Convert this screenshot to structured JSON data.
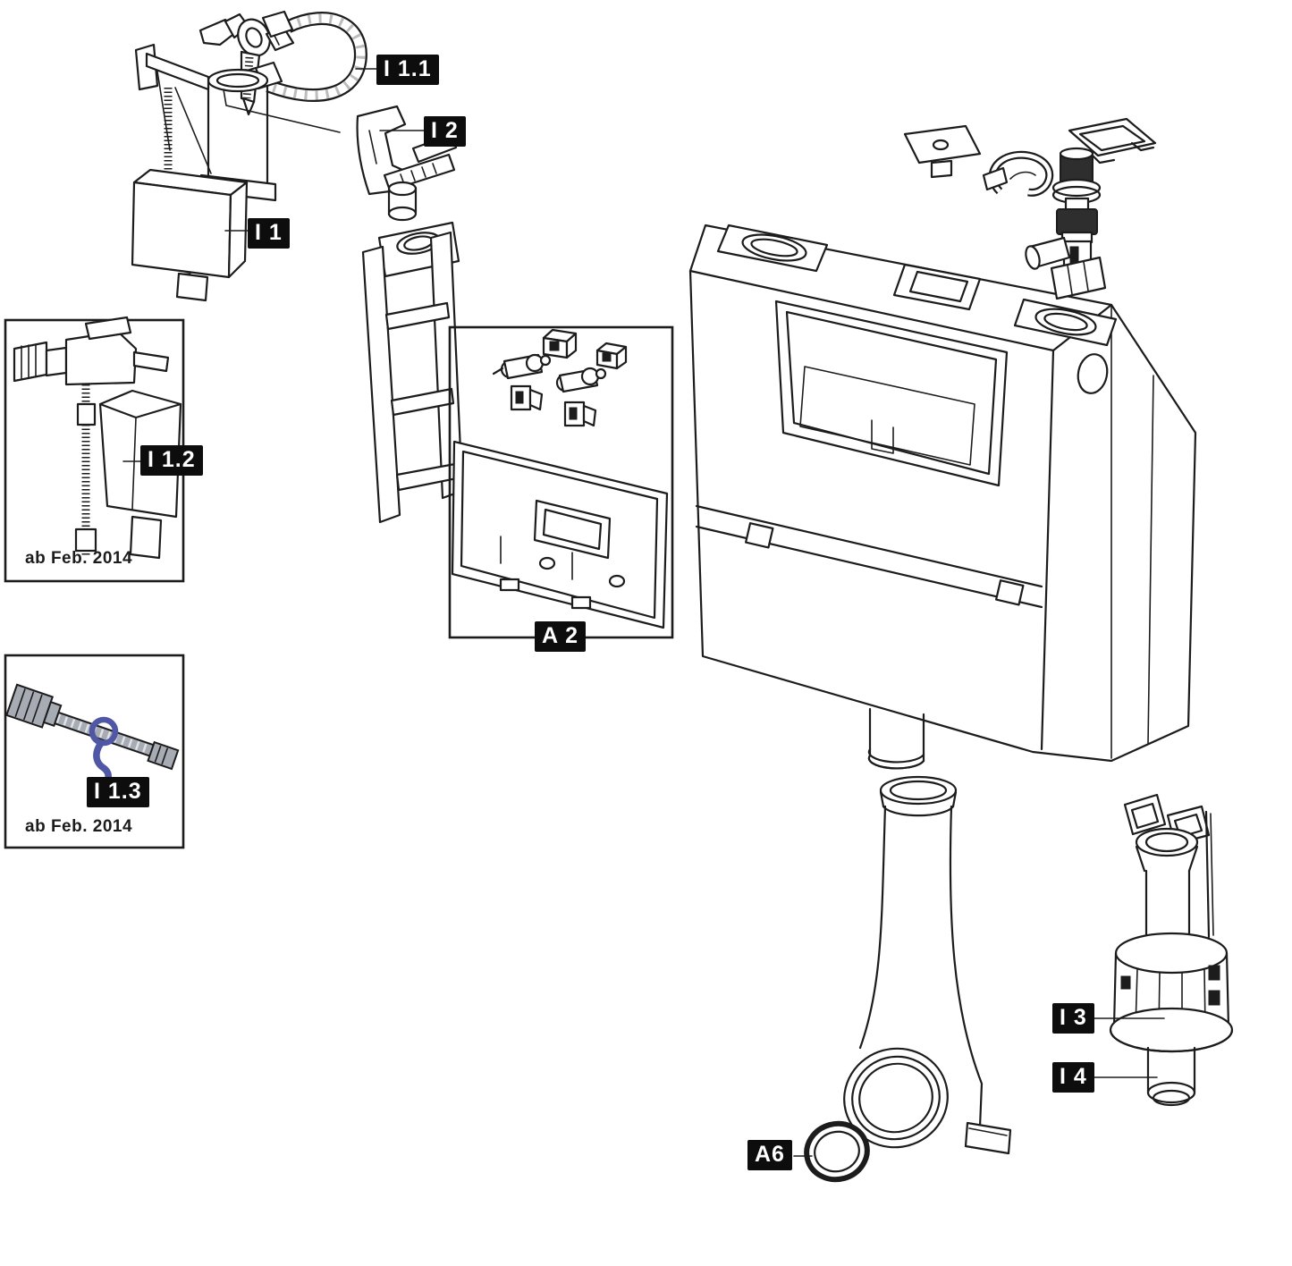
{
  "diagram": {
    "type": "exploded-parts-diagram",
    "subject": "concealed cistern spare parts",
    "callouts": [
      {
        "id": "I1.1",
        "text": "I 1.1"
      },
      {
        "id": "I2",
        "text": "I 2"
      },
      {
        "id": "I1",
        "text": "I 1"
      },
      {
        "id": "I1.2",
        "text": "I 1.2"
      },
      {
        "id": "I1.3",
        "text": "I 1.3"
      },
      {
        "id": "A2",
        "text": "A 2"
      },
      {
        "id": "A6",
        "text": "A6"
      },
      {
        "id": "I3",
        "text": "I 3"
      },
      {
        "id": "I4",
        "text": "I 4"
      }
    ],
    "notes": [
      "ab Feb. 2014",
      "ab Feb. 2014"
    ],
    "colors": {
      "line": "#1c1c1c",
      "label_bg": "#0d0d0d",
      "label_text": "#ffffff",
      "hose_gray": "#a7abb3",
      "hose_light": "#dfe2e6",
      "clip_violet": "#5058a5"
    }
  }
}
